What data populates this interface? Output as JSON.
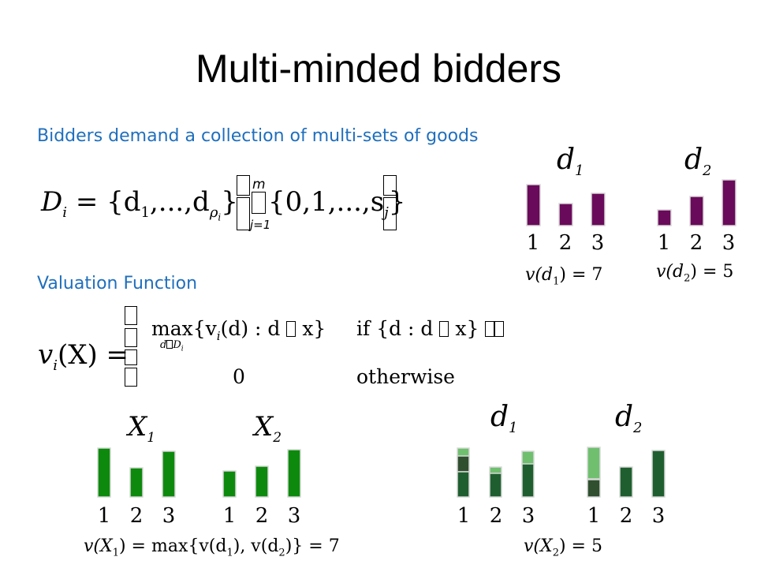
{
  "title": "Multi-minded bidders",
  "bullet1": "Bidders demand a collection of multi-sets of goods",
  "bullet2": "Valuation Function",
  "formula_D": {
    "lhs": "D",
    "lhs_sub": "i",
    "eq_set": "= {d",
    "d1_sub": "1",
    "dots": ",...,d",
    "rho": "ρ",
    "rho_sub": "i",
    "close": "}",
    "prod_sup": "m",
    "prod_sub": "j=1",
    "set": "{0,1,...,s",
    "s_sub": "j",
    "set_close": "}"
  },
  "formula_v": {
    "lhs": "v",
    "lhs_sub": "i",
    "arg": "(X) =",
    "max": "max{v",
    "max_sub": "i",
    "max_rest": "(d) : d",
    "max_end": "x}",
    "under": "d",
    "under_D": "D",
    "under_sub": "i",
    "if_text": "if {d : d",
    "if_end": "x}",
    "zero": "0",
    "otherwise": "otherwise"
  },
  "purple_group": {
    "labels": [
      "d",
      "d"
    ],
    "label_subs": [
      "1",
      "2"
    ],
    "ticks": [
      "1",
      "2",
      "3"
    ],
    "values": [
      "v(d",
      "v(d"
    ],
    "value_subs": [
      "1",
      "2"
    ],
    "value_tails": [
      ") = 7",
      ") = 5"
    ],
    "color": "#6a0a5a"
  },
  "green_group": {
    "labels": [
      "X",
      "X"
    ],
    "label_subs": [
      "1",
      "2"
    ],
    "ticks": [
      "1",
      "2",
      "3"
    ],
    "value_lhs": "v(X",
    "value_sub": "1",
    "value_mid": ") = max{v(d",
    "value_d1": "1",
    "value_mid2": "), v(d",
    "value_d2": "2",
    "value_tail": ")} = 7",
    "color": "#0d8a0d"
  },
  "overlay_group": {
    "labels": [
      "d",
      "d"
    ],
    "label_subs": [
      "1",
      "2"
    ],
    "ticks": [
      "1",
      "2",
      "3"
    ],
    "value_lhs": "v(X",
    "value_sub": "2",
    "value_tail": ") = 5",
    "colors": {
      "dark": "#2f4f2f",
      "light": "#6fbf6f",
      "mid": "#1f5f2f"
    }
  }
}
